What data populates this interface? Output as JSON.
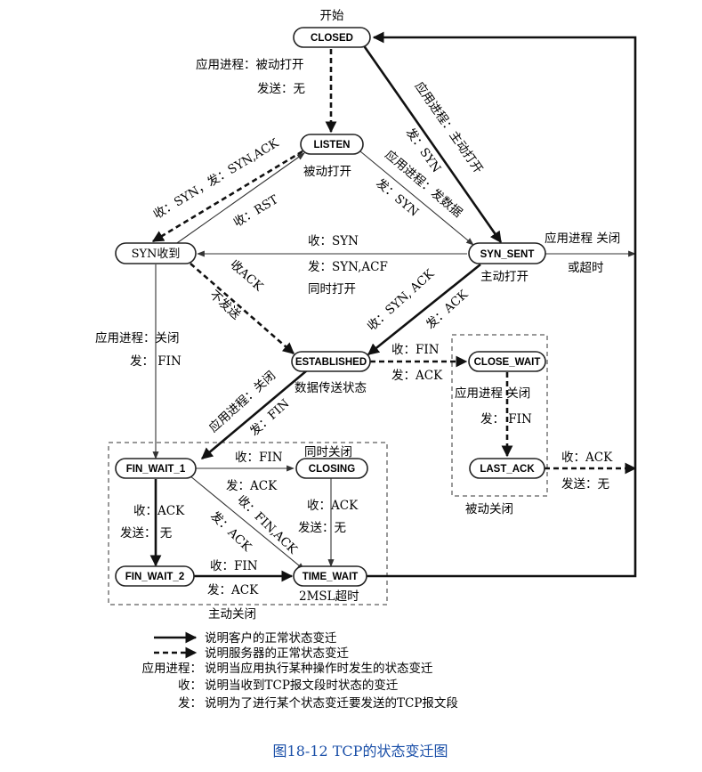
{
  "states": {
    "closed": "CLOSED",
    "listen": "LISTEN",
    "syn_rcvd": "SYN收到",
    "syn_sent": "SYN_SENT",
    "established": "ESTABLISHED",
    "close_wait": "CLOSE_WAIT",
    "last_ack": "LAST_ACK",
    "fin_wait_1": "FIN_WAIT_1",
    "closing": "CLOSING",
    "fin_wait_2": "FIN_WAIT_2",
    "time_wait": "TIME_WAIT"
  },
  "labels": {
    "start": "开始",
    "closed_listen_app": "应用进程：被动打开",
    "closed_listen_send": "发送：无",
    "passive_open": "被动打开",
    "closed_synsent_app": "应用进程：主动打开",
    "closed_synsent_send": "发：SYN",
    "listen_synsent_app": "应用进程：发数据",
    "listen_synsent_send": "发：SYN",
    "listen_synrcvd_recv": "收：SYN，发：SYN,ACK",
    "synrcvd_listen_rst": "收：RST",
    "synsent_synrcvd_recv": "收：SYN",
    "synsent_synrcvd_send": "发：SYN,ACF",
    "simultaneous_open": "同时打开",
    "active_open": "主动打开",
    "synsent_close_app": "应用进程 关闭",
    "synsent_close_timeout": "或超时",
    "synrcvd_est_recv": "收ACK",
    "synrcvd_est_send": "不发送",
    "synsent_est_recv": "收：SYN, ACK",
    "synsent_est_send": "发：ACK",
    "synrcvd_fw1_app": "应用进程：关闭",
    "synrcvd_fw1_send": "发：  FIN",
    "est_cw_recv": "收：FIN",
    "est_cw_send": "发：ACK",
    "data_transfer": "数据传送状态",
    "est_fw1_app": "应用进程：关闭",
    "est_fw1_send": "发：FIN",
    "cw_la_app": "应用进程 关闭",
    "cw_la_send": "发：  FIN",
    "la_closed_recv": "收：ACK",
    "la_closed_send": "发送：无",
    "passive_close": "被动关闭",
    "fw1_closing_recv": "收：FIN",
    "fw1_closing_send": "发：ACK",
    "simultaneous_close": "同时关闭",
    "fw1_tw_recv": "收：FIN,ACK",
    "fw1_tw_send": "发：ACK",
    "closing_tw_recv": "收：ACK",
    "closing_tw_send": "发送：无",
    "fw1_fw2_recv": "收：ACK",
    "fw1_fw2_send": "发送：  无",
    "fw2_tw_recv": "收：FIN",
    "fw2_tw_send": "发：ACK",
    "msl": "2MSL超时",
    "active_close": "主动关闭"
  },
  "legend": {
    "client": "说明客户的正常状态变迁",
    "server": "说明服务器的正常状态变迁",
    "app_key": "应用进程：",
    "app_desc": "说明当应用执行某种操作时发生的状态变迁",
    "recv_key": "收：",
    "recv_desc": "说明当收到TCP报文段时状态的变迁",
    "send_key": "发：",
    "send_desc": "说明为了进行某个状态变迁要发送的TCP报文段"
  },
  "caption": "图18-12   TCP的状态变迁图"
}
